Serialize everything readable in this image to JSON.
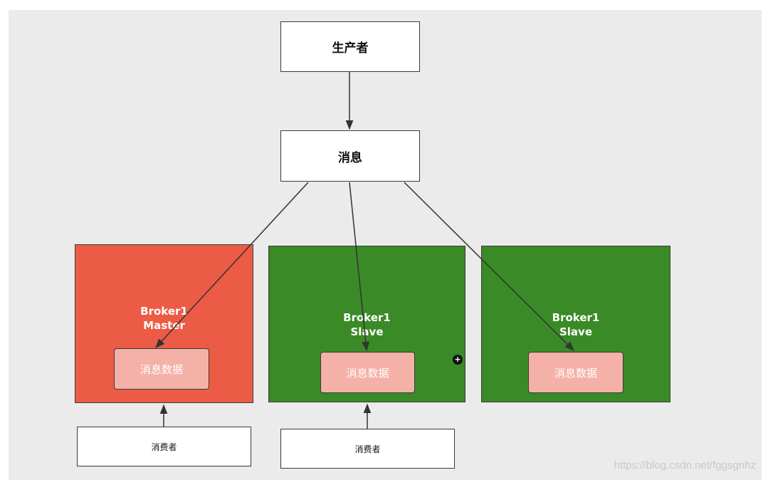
{
  "producer": {
    "label": "生产者"
  },
  "message": {
    "label": "消息"
  },
  "brokers": [
    {
      "name": "Broker1",
      "role": "Master",
      "data_label": "消息数据",
      "color": "#ec5b45"
    },
    {
      "name": "Broker1",
      "role": "Slave",
      "data_label": "消息数据",
      "color": "#3a8a27"
    },
    {
      "name": "Broker1",
      "role": "Slave",
      "data_label": "消息数据",
      "color": "#3a8a27"
    }
  ],
  "consumers": [
    {
      "label": "消费者"
    },
    {
      "label": "消费者"
    }
  ],
  "watermark": "https://blog.csdn.net/fggsgnhz"
}
